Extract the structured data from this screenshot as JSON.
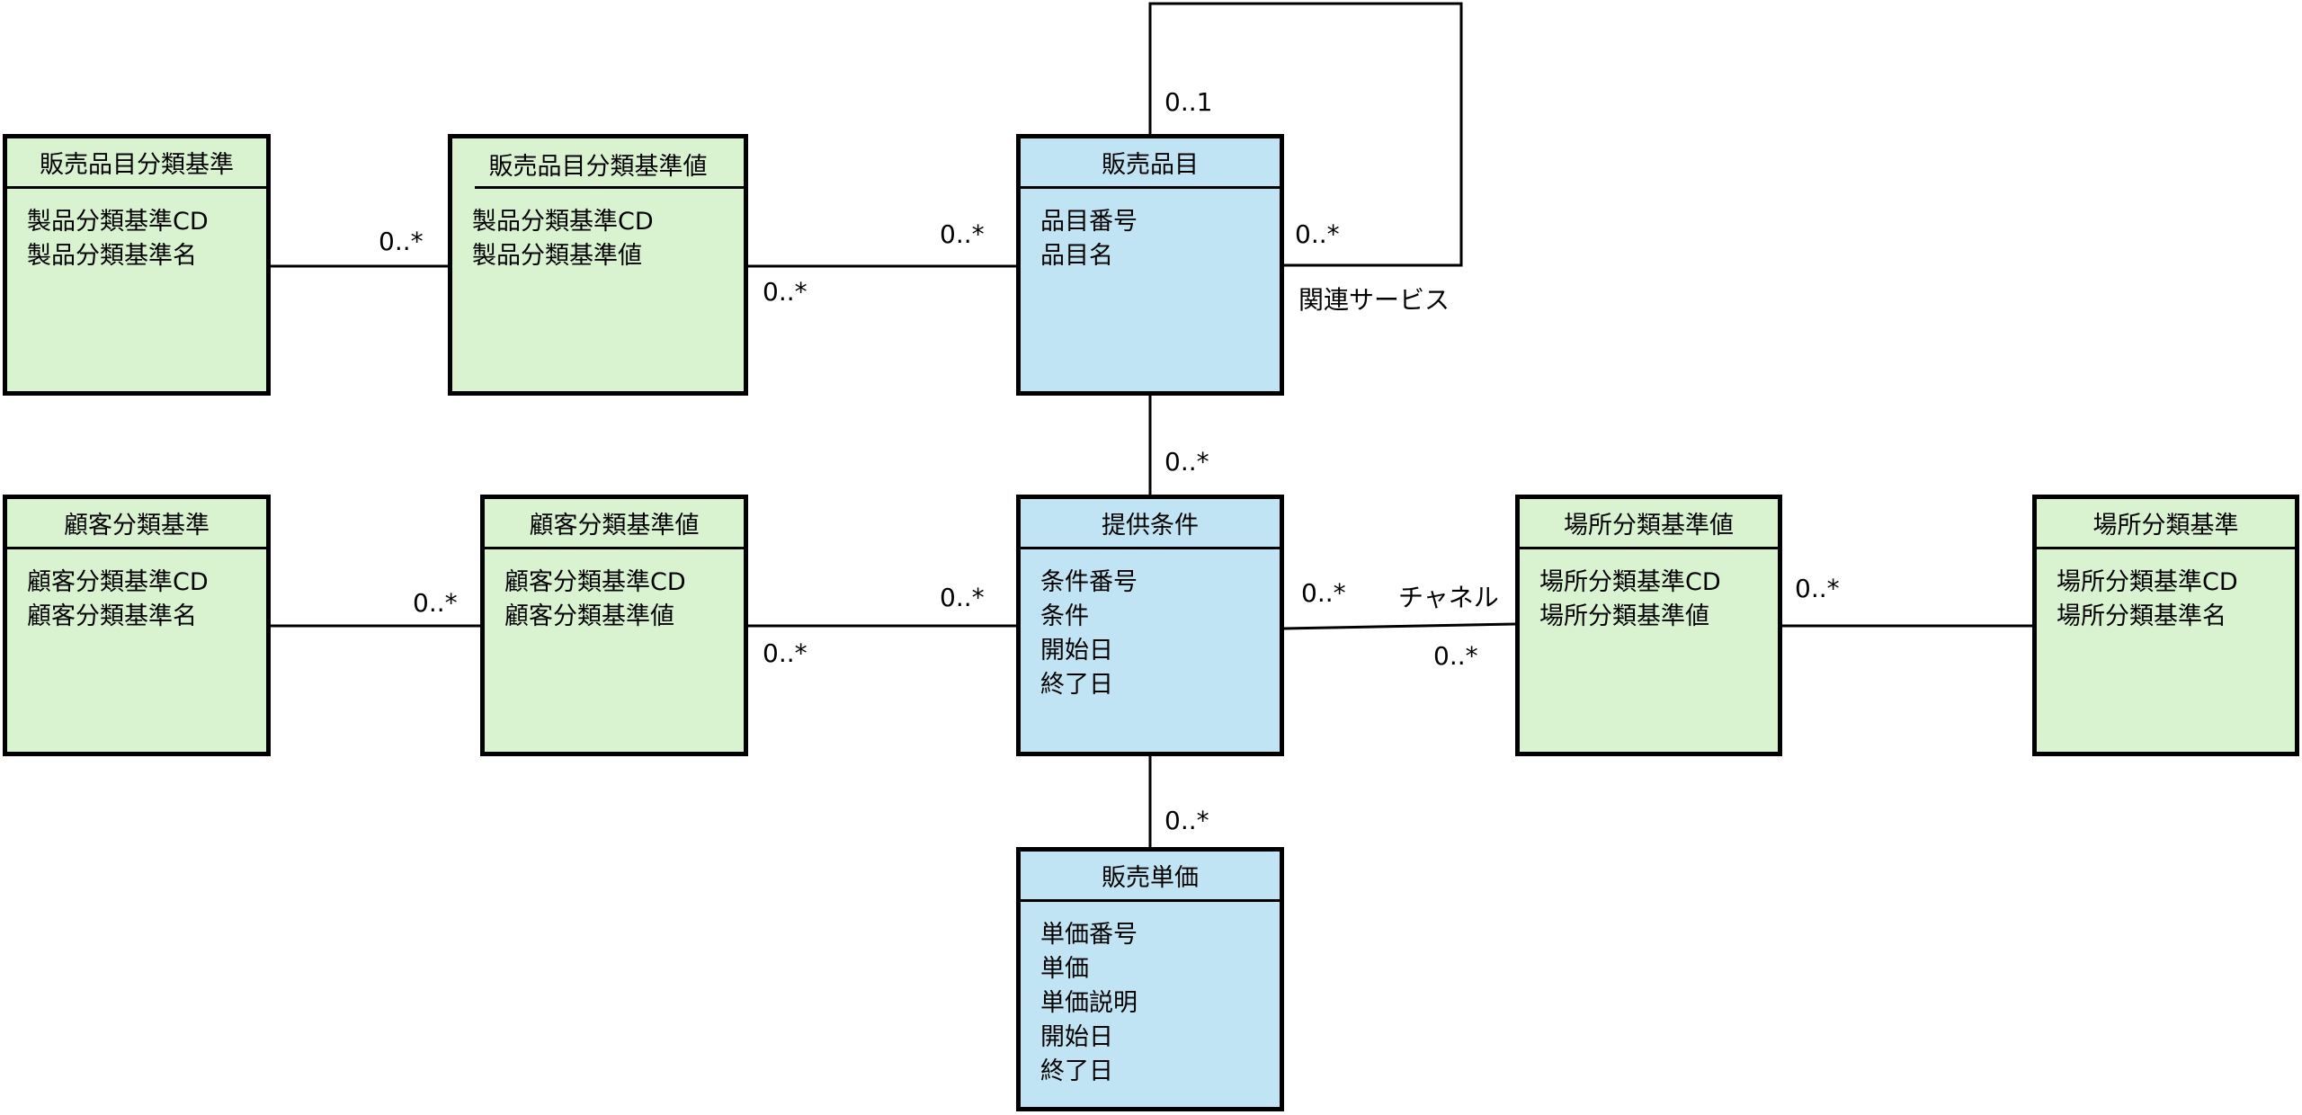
{
  "classes": [
    {
      "id": "item-cat-criteria",
      "name": "販売品目分類基準",
      "attributes": [
        "製品分類基準CD",
        "製品分類基準名"
      ],
      "color": "#d9f2d0"
    },
    {
      "id": "item-cat-value",
      "name": "販売品目分類基準値",
      "attributes": [
        "製品分類基準CD",
        "製品分類基準値"
      ],
      "color": "#d9f2d0"
    },
    {
      "id": "sales-item",
      "name": "販売品目",
      "attributes": [
        "品目番号",
        "品目名"
      ],
      "color": "#c0e4f4"
    },
    {
      "id": "customer-cat-criteria",
      "name": "顧客分類基準",
      "attributes": [
        "顧客分類基準CD",
        "顧客分類基準名"
      ],
      "color": "#d9f2d0"
    },
    {
      "id": "customer-cat-value",
      "name": "顧客分類基準値",
      "attributes": [
        "顧客分類基準CD",
        "顧客分類基準値"
      ],
      "color": "#d9f2d0"
    },
    {
      "id": "offer-condition",
      "name": "提供条件",
      "attributes": [
        "条件番号",
        "条件",
        "開始日",
        "終了日"
      ],
      "color": "#c0e4f4"
    },
    {
      "id": "place-cat-value",
      "name": "場所分類基準値",
      "attributes": [
        "場所分類基準CD",
        "場所分類基準値"
      ],
      "color": "#d9f2d0"
    },
    {
      "id": "place-cat-criteria",
      "name": "場所分類基準",
      "attributes": [
        "場所分類基準CD",
        "場所分類基準名"
      ],
      "color": "#d9f2d0"
    },
    {
      "id": "unit-price",
      "name": "販売単価",
      "attributes": [
        "単価番号",
        "単価",
        "単価説明",
        "開始日",
        "終了日"
      ],
      "color": "#c0e4f4"
    }
  ],
  "labels": [
    {
      "id": "m1",
      "text": "0..*"
    },
    {
      "id": "m2",
      "text": "0..*"
    },
    {
      "id": "m3",
      "text": "0..*"
    },
    {
      "id": "m4",
      "text": "0..1"
    },
    {
      "id": "m5",
      "text": "0..*"
    },
    {
      "id": "role-related",
      "text": "関連サービス"
    },
    {
      "id": "m6",
      "text": "0..*"
    },
    {
      "id": "m7",
      "text": "0..*"
    },
    {
      "id": "m8",
      "text": "0..*"
    },
    {
      "id": "m9",
      "text": "0..*"
    },
    {
      "id": "m10",
      "text": "0..*"
    },
    {
      "id": "role-channel",
      "text": "チャネル"
    },
    {
      "id": "m11",
      "text": "0..*"
    },
    {
      "id": "m12",
      "text": "0..*"
    },
    {
      "id": "m13",
      "text": "0..*"
    }
  ]
}
